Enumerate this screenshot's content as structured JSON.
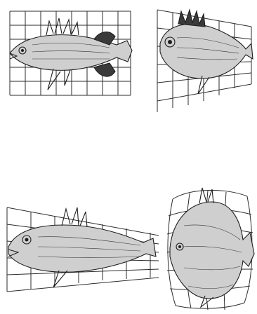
{
  "figure": {
    "panels": [
      {
        "id": "top-left",
        "label": ""
      },
      {
        "id": "top-right",
        "label": ""
      },
      {
        "id": "bottom-left",
        "label": ""
      },
      {
        "id": "bottom-right",
        "label": ""
      }
    ]
  },
  "colors": {
    "background": "#ffffff",
    "ink": "#1e1e1e",
    "shade": "#cfcfcf"
  },
  "icons": [
    "fish-illustration",
    "distorted-grid"
  ]
}
